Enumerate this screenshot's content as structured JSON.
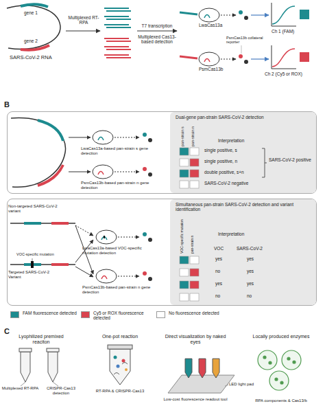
{
  "diagram": {
    "nodes": [
      {
        "text": [
          "LwaCas13a-based pan-strain s gene detection",
          "PsmCas13b-based pan-strain n gene detection"
        ]
      },
      {
        "text": [
          "Dual-gene pan-strain SARS-CoV-2 detection",
          "Interpretation"
        ],
        "in": 0
      },
      {
        "text": [
          "Non-targeted SARS-CoV-2 variant",
          "Targeted SARS-CoV-2 Variant",
          "VOC-specific mutation",
          "LwaCas13a-based VOC-specific mutation detection",
          "PsmCas13b-based pan-strain n gene detection"
        ]
      },
      {
        "text": [
          "Simultaneous pan-strain SARS-CoV-2 detection and variant identification",
          "Interpretation"
        ],
        "in": 2
      }
    ],
    "labels": [
      "gene 1",
      "gene 2",
      "SARS-CoV-2 RNA",
      "Multiplexed RT-RPA",
      "T7 transcription",
      "Multiplexed Cas13-based detection",
      "LwaCas13a",
      "PsmCas13b",
      "PsmCas13b collateral reporter",
      "Ch 1 (FAM)",
      "Ch 2 (Cy5 or ROX)",
      "B",
      "pan-strain s",
      "pan-strain n",
      "single positive, s",
      "single positive, n",
      "double positive, s+n",
      "SARS-CoV-2 negative",
      "SARS-CoV-2 positive",
      "VOC-specific mutation",
      "pan-strain n",
      "VOC",
      "SARS-CoV-2",
      "yes",
      "yes",
      "no",
      "yes",
      "yes",
      "yes",
      "no",
      "no",
      "C",
      "Lyophilized premixed reaciton",
      "Multiplexed RT-RPA",
      "CRISPR-Cas13 detection",
      "One-pot reaction",
      "RT-RPA & CRISPR-Cas13",
      "Direct visualization by naked eyes",
      "LED light pad",
      "Low-cost fluorescence readout tool",
      "Locally produced enzymes",
      "RPA components & Cas13/b"
    ],
    "legend": [
      {
        "text": "FAM fluorescence detected",
        "color": "#1d8b8f"
      },
      {
        "text": "Cy5 or ROX fluorescence detected",
        "color": "#d9434f"
      },
      {
        "text": "No fluorescence detected",
        "color": "#ffffff"
      }
    ]
  }
}
